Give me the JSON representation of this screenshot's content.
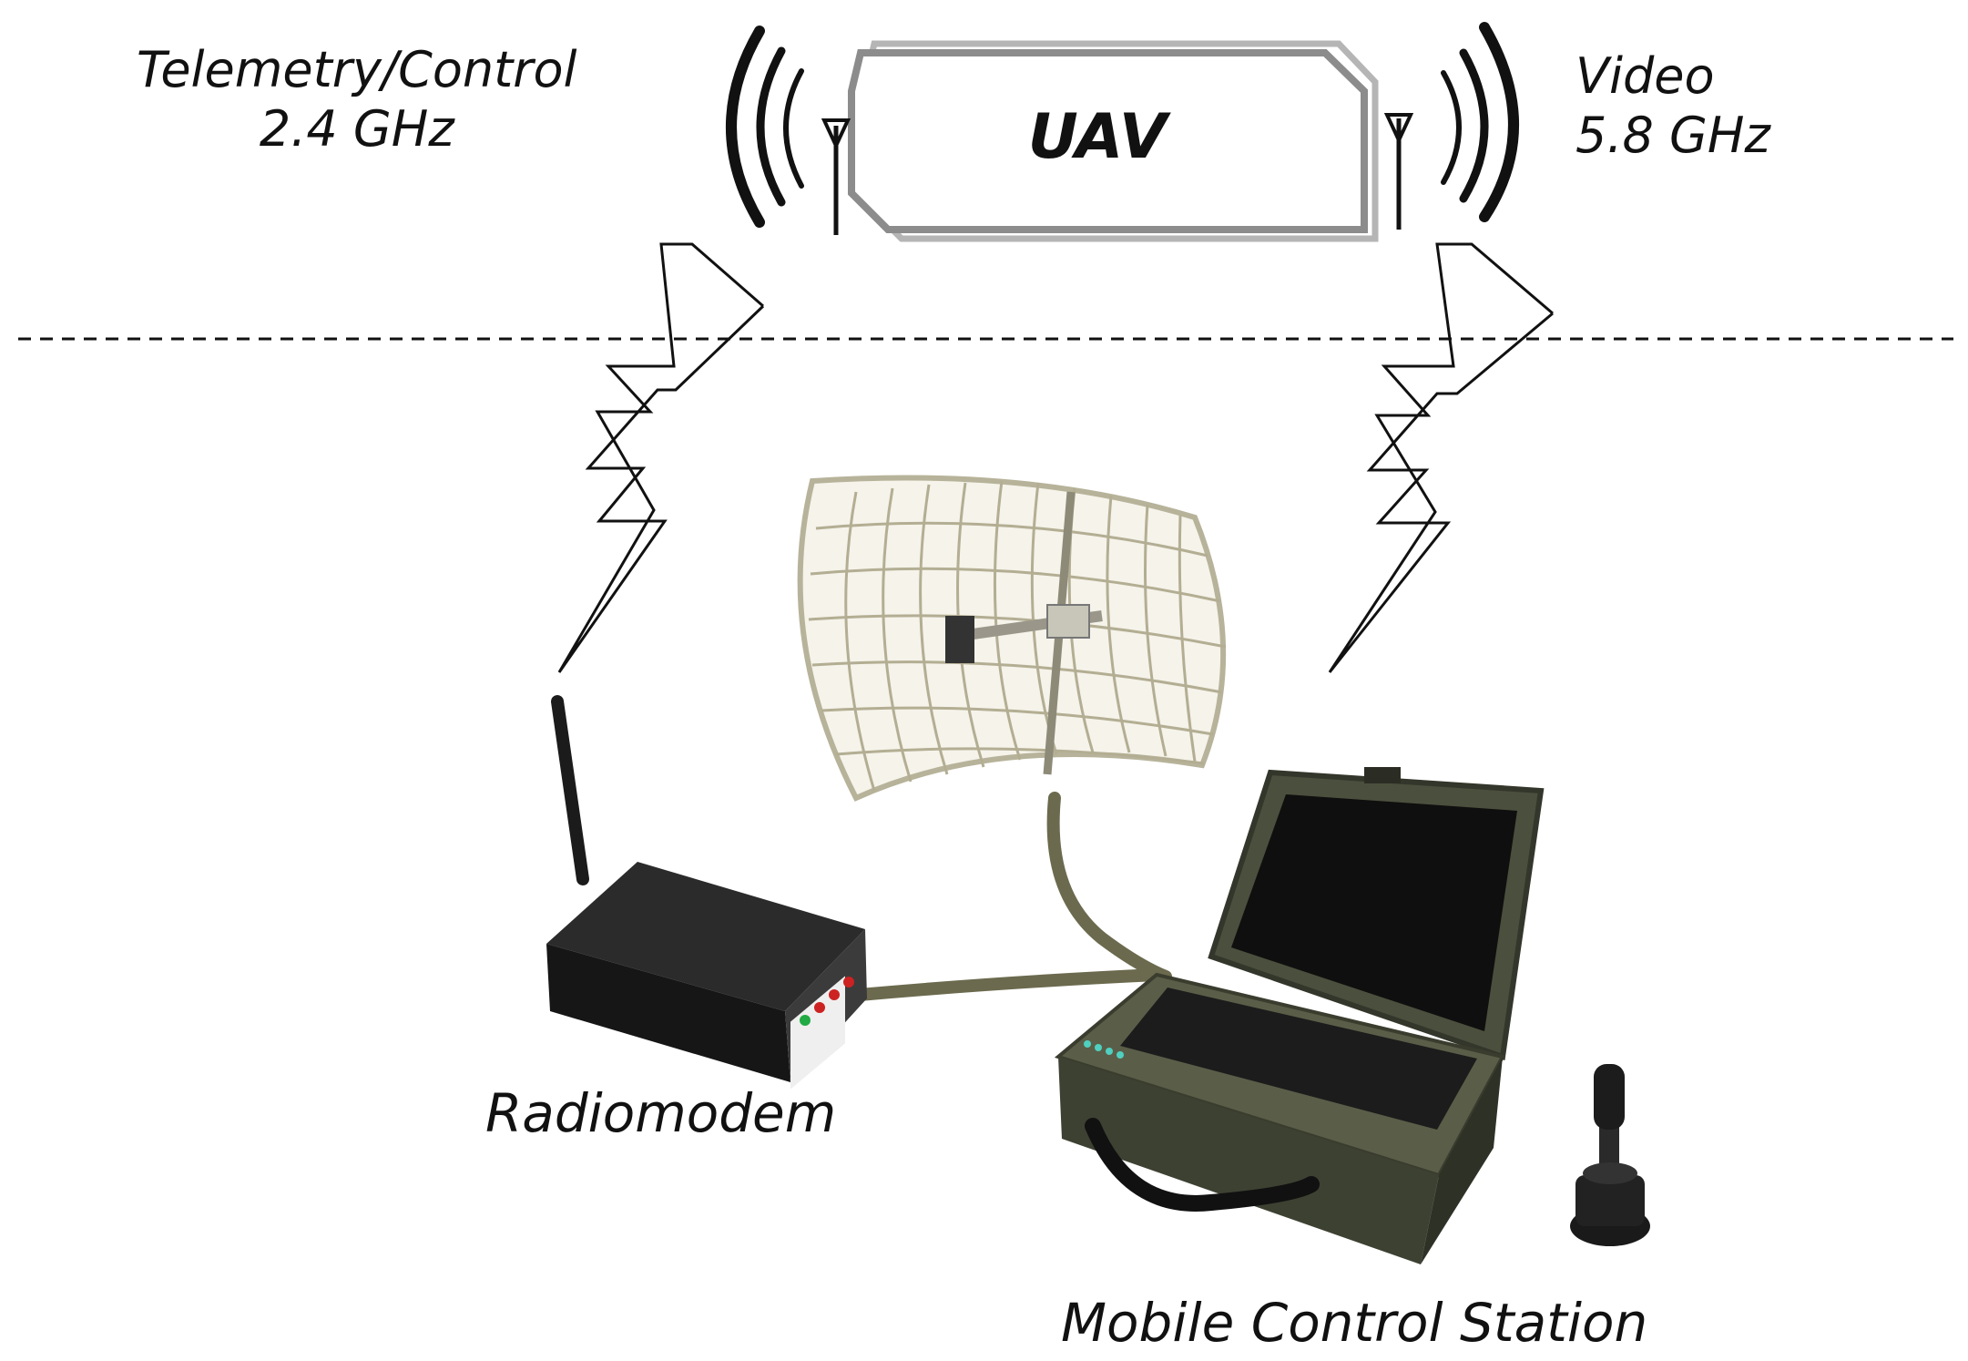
{
  "labels": {
    "telemetry_line1": "Telemetry/Control",
    "telemetry_line2": "2.4 GHz",
    "video_line1": "Video",
    "video_line2": "5.8 GHz",
    "uav": "UAV",
    "radiomodem": "Radiomodem",
    "mobile_control_station": "Mobile Control Station"
  },
  "colors": {
    "stroke": "#111111",
    "uav_frame": "#9a9a9a",
    "laptop_body": "#4b4f3d",
    "cable": "#6b6a4e",
    "grid_antenna": "#b7b39a"
  }
}
